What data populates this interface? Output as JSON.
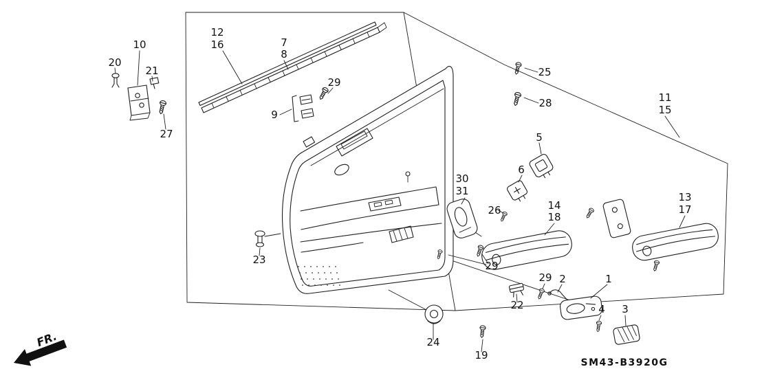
{
  "diagram": {
    "code": "SM43-B3920G",
    "direction_label": "FR.",
    "background_color": "#ffffff",
    "line_color": "#1e1e1e"
  },
  "callouts": [
    {
      "text": "20"
    },
    {
      "text": "10"
    },
    {
      "text": "21"
    },
    {
      "text": "27"
    },
    {
      "text": "12"
    },
    {
      "text": "16"
    },
    {
      "text": "7"
    },
    {
      "text": "8"
    },
    {
      "text": "9"
    },
    {
      "text": "29"
    },
    {
      "text": "25"
    },
    {
      "text": "28"
    },
    {
      "text": "11"
    },
    {
      "text": "15"
    },
    {
      "text": "5"
    },
    {
      "text": "6"
    },
    {
      "text": "30"
    },
    {
      "text": "31"
    },
    {
      "text": "26"
    },
    {
      "text": "14"
    },
    {
      "text": "18"
    },
    {
      "text": "13"
    },
    {
      "text": "17"
    },
    {
      "text": "23"
    },
    {
      "text": "29"
    },
    {
      "text": "29"
    },
    {
      "text": "2"
    },
    {
      "text": "22"
    },
    {
      "text": "1"
    },
    {
      "text": "4"
    },
    {
      "text": "3"
    },
    {
      "text": "24"
    },
    {
      "text": "19"
    }
  ]
}
